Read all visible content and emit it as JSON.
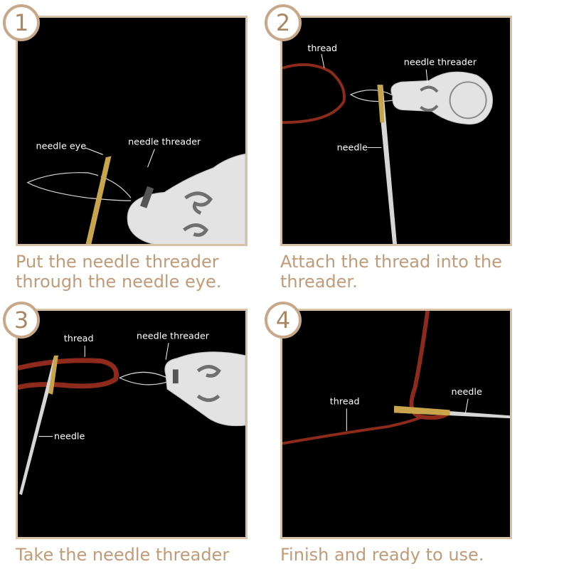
{
  "colors": {
    "frame_border": "#d8c1a4",
    "badge_border": "#c7a88a",
    "badge_text": "#a88763",
    "caption": "#c09b78",
    "thread": "#8e2a1c",
    "metal": "#e3e3e3",
    "needle_gold": "#c8a44c"
  },
  "steps": [
    {
      "number": "1",
      "caption": [
        "Put the needle threader",
        "through the needle eye."
      ],
      "labels": {
        "needle_eye": "needle eye",
        "needle_threader": "needle threader"
      }
    },
    {
      "number": "2",
      "caption": [
        "Attach the thread into the",
        "threader."
      ],
      "labels": {
        "thread": "thread",
        "needle_threader": "needle threader",
        "needle": "needle"
      }
    },
    {
      "number": "3",
      "caption": [
        "Take the needle threader"
      ],
      "labels": {
        "thread": "thread",
        "needle_threader": "needle threader",
        "needle": "needle"
      }
    },
    {
      "number": "4",
      "caption": [
        "Finish and ready to use."
      ],
      "labels": {
        "thread": "thread",
        "needle": "needle"
      }
    }
  ]
}
